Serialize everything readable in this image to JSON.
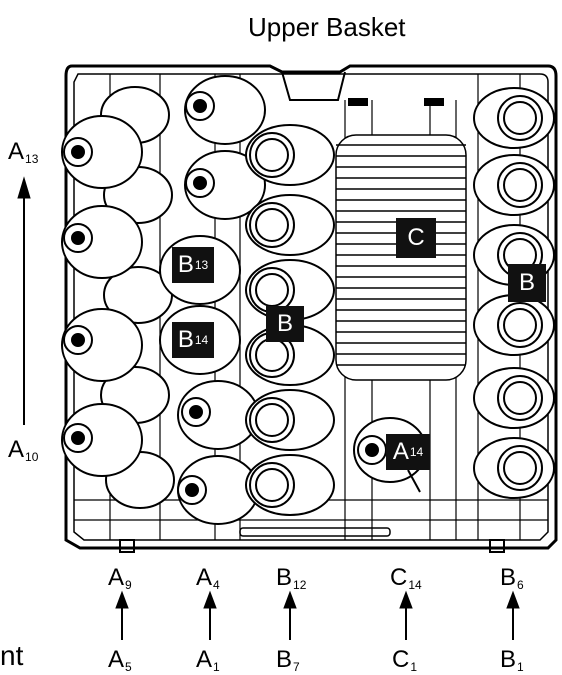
{
  "title": "Upper Basket",
  "left_labels": [
    {
      "letter": "A",
      "sub": "13"
    },
    {
      "letter": "A",
      "sub": "10"
    }
  ],
  "badges": [
    {
      "letter": "B",
      "sub": "13"
    },
    {
      "letter": "B",
      "sub": "14"
    },
    {
      "letter": "B",
      "sub": ""
    },
    {
      "letter": "C",
      "sub": ""
    },
    {
      "letter": "B",
      "sub": ""
    },
    {
      "letter": "A",
      "sub": "14"
    }
  ],
  "bottom_top_labels": [
    {
      "letter": "A",
      "sub": "9"
    },
    {
      "letter": "A",
      "sub": "4"
    },
    {
      "letter": "B",
      "sub": "12"
    },
    {
      "letter": "C",
      "sub": "14"
    },
    {
      "letter": "B",
      "sub": "6"
    }
  ],
  "bottom_bottom_labels": [
    {
      "letter": "A",
      "sub": "5"
    },
    {
      "letter": "A",
      "sub": "1"
    },
    {
      "letter": "B",
      "sub": "7"
    },
    {
      "letter": "C",
      "sub": "1"
    },
    {
      "letter": "B",
      "sub": "1"
    }
  ],
  "cutoff_text": "nt"
}
